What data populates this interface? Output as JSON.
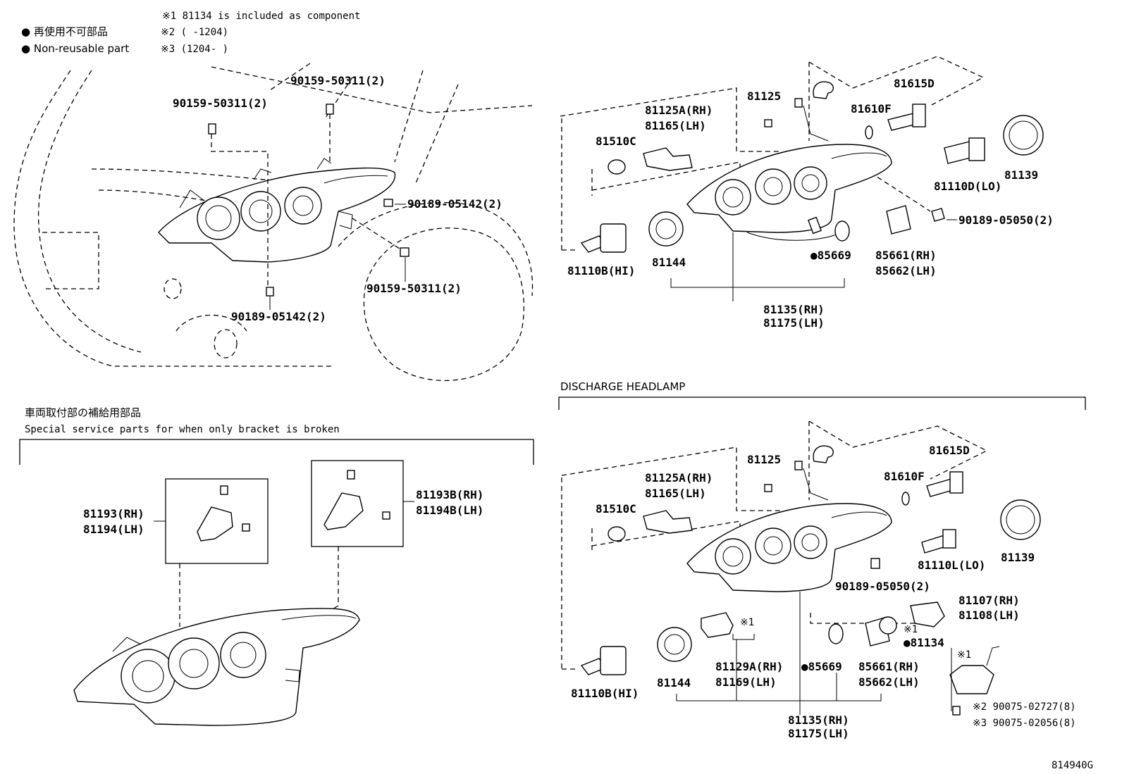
{
  "notes": {
    "note1": "※1 81134 is included as component",
    "legend_jp": "● 再使用不可部品",
    "legend_en": "● Non-reusable part",
    "note2": "※2 (     -1204)",
    "note3": "※3 (1204-     )"
  },
  "sections": {
    "discharge_title": "DISCHARGE  HEADLAMP",
    "service_title_jp": "車両取付部の補給用部品",
    "service_title_en": "Special service parts for when only bracket is broken"
  },
  "diagram_id": "814940G",
  "labels": {
    "mount": {
      "p90159_top": "90159-50311(2)",
      "p90159_left": "90159-50311(2)",
      "p90189_right": "90189-05142(2)",
      "p90159_bottom": "90159-50311(2)",
      "p90189_bottom": "90189-05142(2)"
    },
    "halogen": {
      "p81125": "81125",
      "p81615D": "81615D",
      "p81125A": "81125A(RH)",
      "p81165": "81165(LH)",
      "p81610F": "81610F",
      "p81510C": "81510C",
      "p81139": "81139",
      "p81110D": "81110D(LO)",
      "p90189": "90189-05050(2)",
      "p81144": "81144",
      "p85669": "●85669",
      "p85661": "85661(RH)",
      "p85662": "85662(LH)",
      "p81110B": "81110B(HI)",
      "p81135": "81135(RH)",
      "p81175": "81175(LH)"
    },
    "discharge": {
      "p81125": "81125",
      "p81615D": "81615D",
      "p81125A": "81125A(RH)",
      "p81165": "81165(LH)",
      "p81610F": "81610F",
      "p81510C": "81510C",
      "p81139": "81139",
      "p81110L": "81110L(LO)",
      "p90189": "90189-05050(2)",
      "p81107": "81107(RH)",
      "p81108": "81108(LH)",
      "p81134": "●81134",
      "note_a": "※1",
      "note_b": "※1",
      "note_c": "※1",
      "p81144": "81144",
      "p81129A": "81129A(RH)",
      "p81169": "81169(LH)",
      "p85669": "●85669",
      "p85661": "85661(RH)",
      "p85662": "85662(LH)",
      "p81110B": "81110B(HI)",
      "p90075a": "※2 90075-02727(8)",
      "p90075b": "※3 90075-02056(8)",
      "p81135": "81135(RH)",
      "p81175": "81175(LH)"
    },
    "service": {
      "p81193": "81193(RH)",
      "p81194": "81194(LH)",
      "p81193B": "81193B(RH)",
      "p81194B": "81194B(LH)"
    }
  }
}
